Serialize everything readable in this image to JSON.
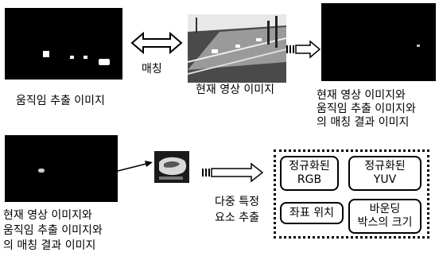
{
  "top_row": {
    "motion_caption": "움직임 추출 이미지",
    "match_label": "매칭",
    "current_caption": "현재 영상 이미지",
    "result_caption": [
      "현재 영상 이미지와",
      "움직임 추출 이미지와",
      "의 매칭 결과 이미지"
    ]
  },
  "bottom_row": {
    "result_caption": [
      "현재 영상 이미지와",
      "움직임 추출 이미지와",
      "의 매칭 결과 이미지"
    ],
    "extract_label": [
      "다중 특정",
      "요소 추출"
    ],
    "features": [
      {
        "line1": "정규화된",
        "line2": "RGB"
      },
      {
        "line1": "정규화된",
        "line2": "YUV"
      },
      {
        "line1": "좌표 위치",
        "line2": ""
      },
      {
        "line1": "바운딩",
        "line2": "박스의 크기"
      }
    ]
  }
}
